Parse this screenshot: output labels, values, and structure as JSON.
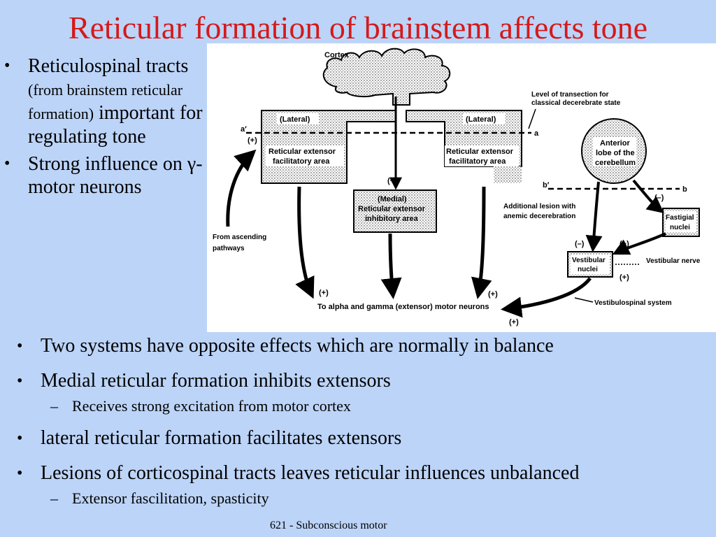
{
  "title": "Reticular formation of brainstem affects tone",
  "left_bullets": [
    {
      "text_a": "Reticulospinal tracts ",
      "text_small": "(from brainstem reticular formation)",
      "text_b": " important for regulating tone"
    },
    {
      "text_a": "Strong influence on γ-motor neurons"
    }
  ],
  "figure": {
    "cortex": "Cortex",
    "level_transection": "Level of transection for",
    "level_transection_2": "classical decerebrate state",
    "lateral_left": "(Lateral)",
    "lateral_right": "(Lateral)",
    "a_left": "a′",
    "a_right": "a",
    "plus": "(+)",
    "ret_fac_1": "Reticular extensor",
    "ret_fac_2": "facilitatory area",
    "medial": "(Medial)",
    "ret_inh_1": "Reticular extensor",
    "ret_inh_2": "inhibitory area",
    "anterior_1": "Anterior",
    "anterior_2": "lobe of the",
    "anterior_3": "cerebellum",
    "b_left": "b′",
    "b_right": "b",
    "additional_1": "Additional lesion with",
    "additional_2": "anemic decerebration",
    "minus": "(–)",
    "fastigial_1": "Fastigial",
    "fastigial_2": "nuclei",
    "ascending_1": "From ascending",
    "ascending_2": "pathways",
    "vestibular_nuclei_1": "Vestibular",
    "vestibular_nuclei_2": "nuclei",
    "vestibular_nerve": "Vestibular nerve",
    "vestibulospinal": "Vestibulospinal system",
    "motor_neurons": "To alpha and gamma (extensor) motor neurons"
  },
  "bottom_bullets": [
    {
      "level": 1,
      "text": "Two systems have opposite effects which are normally in balance"
    },
    {
      "level": 1,
      "text": "Medial reticular formation inhibits extensors"
    },
    {
      "level": 2,
      "text": "Receives strong excitation from motor cortex"
    },
    {
      "level": 1,
      "text": "lateral reticular formation facilitates extensors"
    },
    {
      "level": 1,
      "text": "Lesions of corticospinal tracts leaves reticular influences unbalanced"
    },
    {
      "level": 2,
      "text": "Extensor fascilitation, spasticity"
    }
  ],
  "footer": "621 - Subconscious motor",
  "colors": {
    "title": "#d41a1a",
    "background": "#bcd4f8",
    "figure_bg": "#ffffff"
  }
}
